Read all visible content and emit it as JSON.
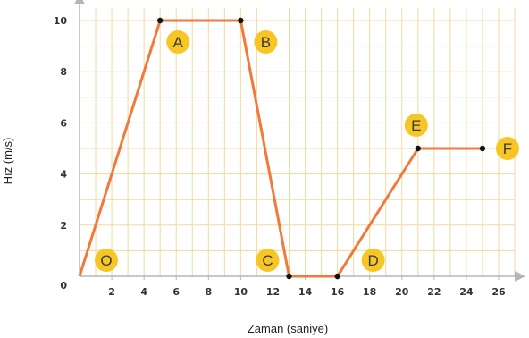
{
  "chart_data": {
    "type": "line",
    "title": "",
    "xlabel": "Zaman (saniye)",
    "ylabel": "Hız (m/s)",
    "xlim": [
      0,
      27
    ],
    "ylim": [
      0,
      10.5
    ],
    "x_ticks": [
      0,
      2,
      4,
      6,
      8,
      10,
      12,
      14,
      16,
      18,
      20,
      22,
      24,
      26
    ],
    "y_ticks": [
      0,
      2,
      4,
      6,
      8,
      10
    ],
    "x_tick_labels": [
      "2",
      "4",
      "6",
      "8",
      "10",
      "12",
      "14",
      "16",
      "18",
      "20",
      "22",
      "24",
      "26"
    ],
    "y_tick_labels": [
      "0",
      "2",
      "4",
      "6",
      "8",
      "10"
    ],
    "grid": true,
    "series": [
      {
        "x": [
          0,
          5,
          10,
          13,
          16,
          21,
          25
        ],
        "y": [
          0,
          10,
          10,
          0,
          0,
          5,
          5
        ]
      }
    ],
    "point_labels": [
      {
        "label": "O",
        "x": 0,
        "y": 0
      },
      {
        "label": "A",
        "x": 5,
        "y": 10
      },
      {
        "label": "B",
        "x": 10,
        "y": 10
      },
      {
        "label": "C",
        "x": 13,
        "y": 0
      },
      {
        "label": "D",
        "x": 16,
        "y": 0
      },
      {
        "label": "E",
        "x": 21,
        "y": 5
      },
      {
        "label": "F",
        "x": 25,
        "y": 5
      }
    ]
  },
  "colors": {
    "line": "#f07a3c",
    "grid": "#f2d9a0",
    "axis": "#b5b5b5",
    "badge": "#f7c624",
    "marker": "#111111"
  }
}
